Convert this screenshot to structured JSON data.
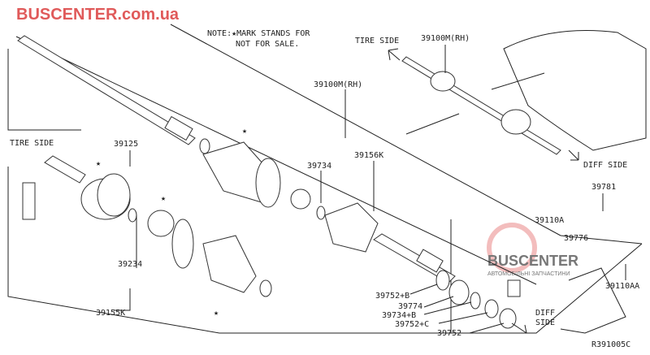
{
  "diagram": {
    "note_line1": "NOTE:★MARK STANDS FOR",
    "note_line2": "NOT FOR SALE.",
    "directions": {
      "tire_side_top": "TIRE SIDE",
      "tire_side_left": "TIRE SIDE",
      "diff_side_right": "DIFF SIDE",
      "diff_side_bottom_1": "DIFF",
      "diff_side_bottom_2": "SIDE"
    },
    "parts": {
      "p39100m_top": "39100M(RH)",
      "p39100m_mid": "39100M(RH)",
      "p39125": "39125",
      "p39156k": "39156K",
      "p39734": "39734",
      "p39781": "39781",
      "p39110a": "39110A",
      "p39776": "39776",
      "p39234": "39234",
      "p39155k": "39155K",
      "p39752b": "39752+B",
      "p39774": "39774",
      "p39734b": "39734+B",
      "p39752c": "39752+C",
      "p39752": "39752",
      "p39110aa": "39110AA"
    },
    "star": "★",
    "ref_code": "R391005C"
  },
  "watermark": {
    "brand": "BUSCENTER",
    "brand_url": "BUSCENTER.com.ua",
    "tagline": "АВТОМОБІЛЬНІ ЗАПЧАСТИНИ"
  }
}
